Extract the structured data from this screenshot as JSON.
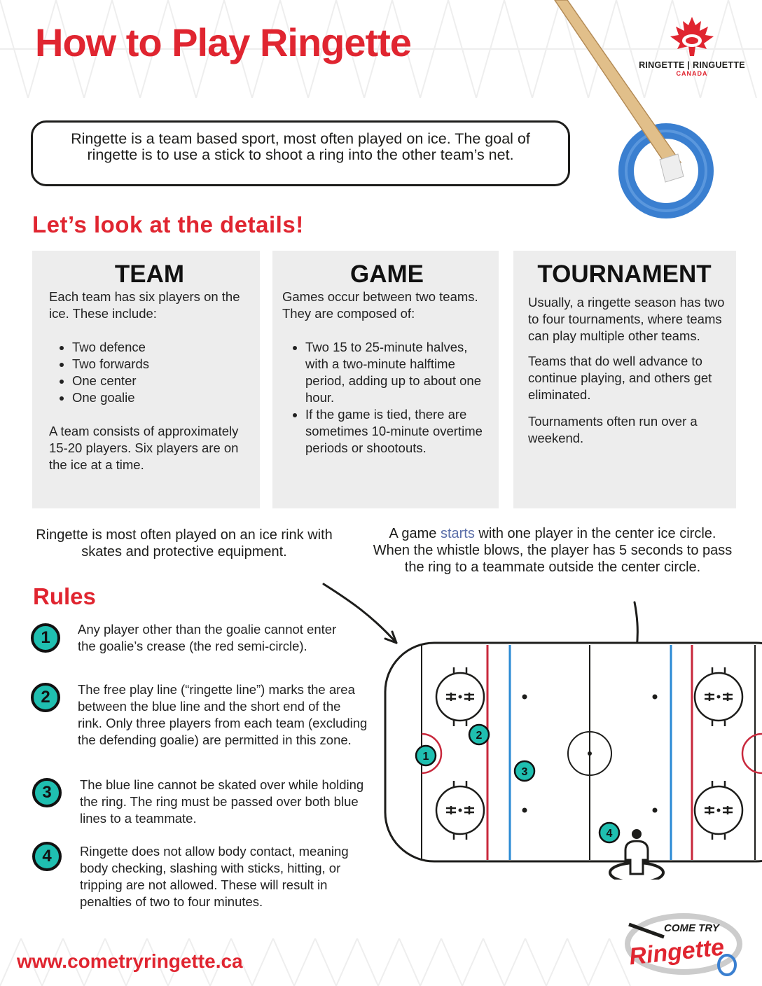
{
  "header": {
    "title": "How to Play Ringette",
    "logo_text": "RINGETTE | RINGUETTE",
    "logo_sub": "CANADA"
  },
  "intro": "Ringette is a team based sport, most often played on ice. The goal of ringette is to use a stick to shoot a ring into the other team’s net.",
  "details_heading": "Let’s look at the details!",
  "cards": {
    "team": {
      "title": "TEAM",
      "intro": "Each team has six players on the ice. These include:",
      "items": [
        "Two defence",
        "Two forwards",
        "One center",
        "One goalie"
      ],
      "outro": "A team consists of approximately 15-20 players. Six players are on the ice at a time."
    },
    "game": {
      "title": "GAME",
      "intro": "Games occur between two teams. They are composed of:",
      "items": [
        "Two 15 to 25-minute halves, with a two-minute halftime period, adding up to about one hour.",
        "If the game is tied, there are sometimes 10-minute overtime periods or shootouts."
      ]
    },
    "tournament": {
      "title": "TOURNAMENT",
      "p1": "Usually, a ringette season has two to four tournaments, where teams can play multiple other teams.",
      "p2": "Teams that do well advance to continue playing, and others get eliminated.",
      "p3": "Tournaments often run over a weekend."
    }
  },
  "notes": {
    "rink": "Ringette is most often played on an ice rink with skates and protective equipment.",
    "start_a": "A game ",
    "start_hl": "starts",
    "start_b": " with one player in the center ice circle. When the whistle blows, the player has 5 seconds to pass the ring to a teammate outside the center circle."
  },
  "rules_heading": "Rules",
  "rules": [
    {
      "num": "1",
      "text": "Any player other than the goalie cannot enter the goalie’s crease (the red semi-circle)."
    },
    {
      "num": "2",
      "text": "The free play line (“ringette line”) marks the area between the blue line and the short end of the rink. Only three players from each team (excluding the defending goalie) are permitted in this zone."
    },
    {
      "num": "3",
      "text": "The blue line cannot be skated over while holding the ring. The ring must be passed over both blue lines to a teammate."
    },
    {
      "num": "4",
      "text": "Ringette does not allow body contact, meaning body checking, slashing with sticks, hitting, or tripping are not allowed. These will result in penalties of two to four minutes."
    }
  ],
  "rink_markers": [
    "1",
    "2",
    "3",
    "4"
  ],
  "footer": {
    "url": "www.cometryringette.ca",
    "brand_top": "COME TRY",
    "brand_main": "Ringette"
  },
  "colors": {
    "accent_red": "#e02530",
    "teal": "#1fbfb0",
    "blue_line": "#2a8ad4",
    "red_line": "#c8283c",
    "ring_blue": "#3a7fd0"
  }
}
